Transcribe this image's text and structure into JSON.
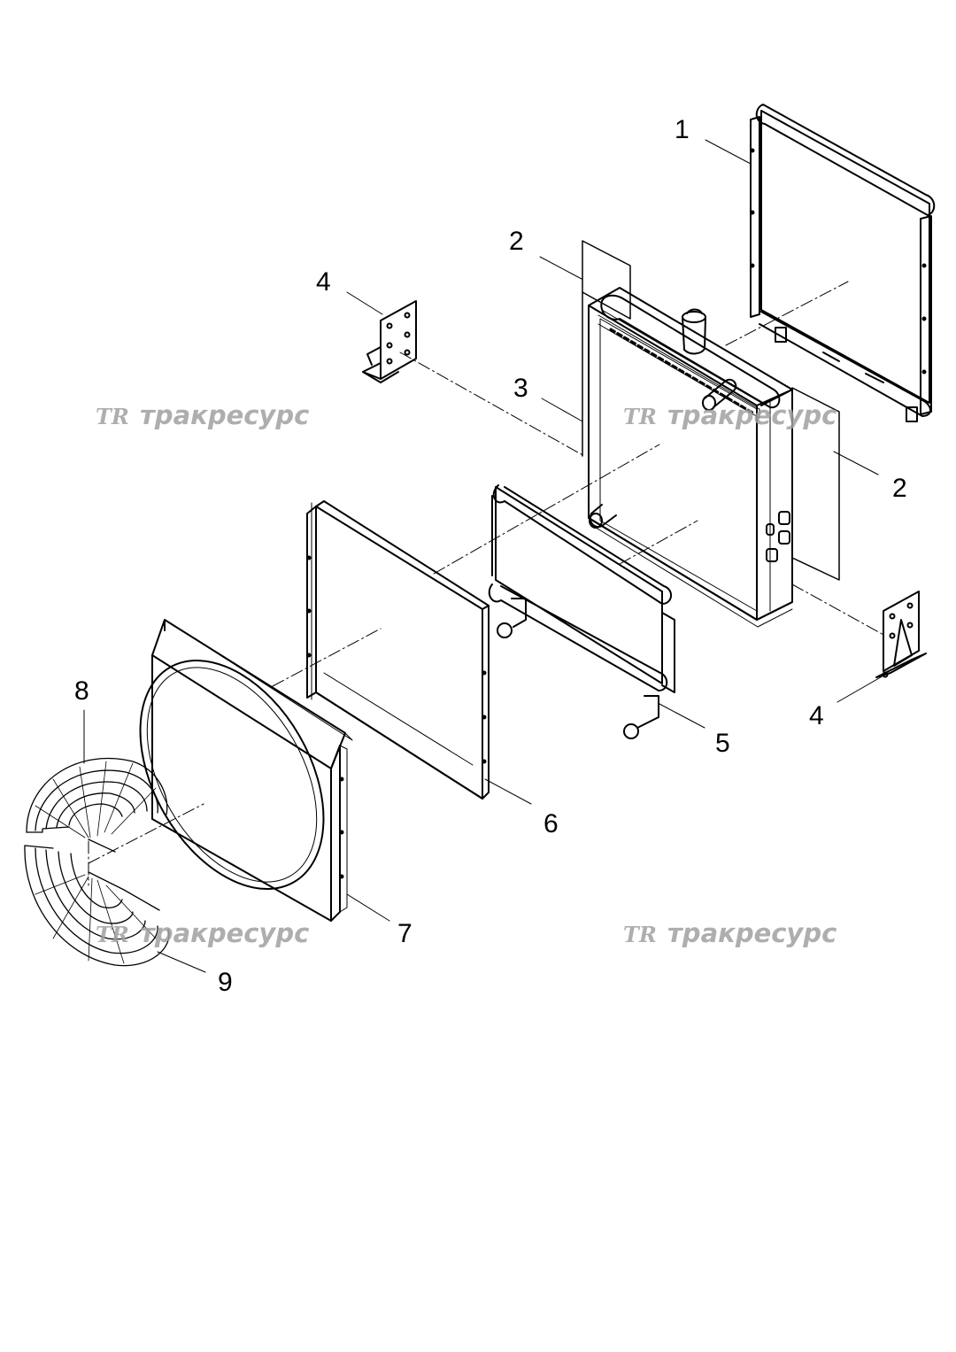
{
  "diagram": {
    "callouts": [
      "1",
      "2",
      "2",
      "3",
      "4",
      "4",
      "5",
      "6",
      "7",
      "8",
      "9"
    ],
    "watermark": {
      "logo": "TR",
      "text": "тракресурс"
    },
    "colors": {
      "line": "#000000",
      "watermark": "#a0a0a0",
      "background": "#ffffff"
    }
  }
}
